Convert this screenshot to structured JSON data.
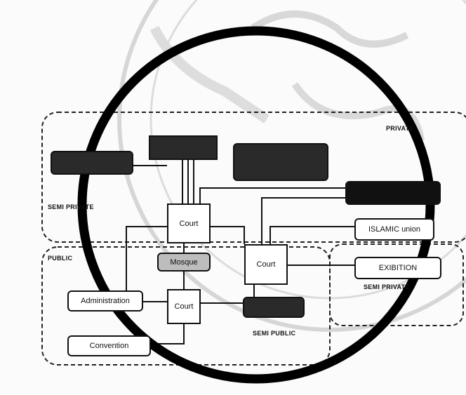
{
  "diagram": {
    "zones": {
      "private": "PRIVATE",
      "semi_private_top": "SEMI PRIVATE",
      "public": "PUBLIC",
      "semi_private_right": "SEMI PRIVATE",
      "semi_public": "SEMI PUBLIC"
    },
    "nodes": {
      "court_top": "Court",
      "court_mid": "Court",
      "court_low": "Court",
      "mosque": "Mosque",
      "islamic_union": "ISLAMIC union",
      "exhibition": "EXIBITION",
      "administration": "Administration",
      "convention": "Convention"
    },
    "colors": {
      "line": "#111111",
      "dark_box": "#2a2a2a",
      "grey_box": "#bdbdbd",
      "watermark": "#d3d3d3"
    }
  }
}
